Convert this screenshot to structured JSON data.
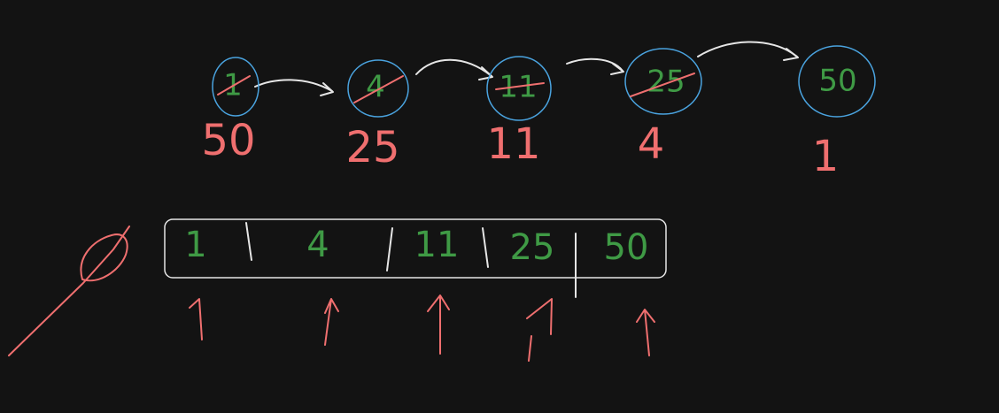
{
  "nodes": [
    {
      "value": "1",
      "crossed": true,
      "label": "50"
    },
    {
      "value": "4",
      "crossed": true,
      "label": "25"
    },
    {
      "value": "11",
      "crossed": true,
      "label": "11"
    },
    {
      "value": "25",
      "crossed": true,
      "label": "4"
    },
    {
      "value": "50",
      "crossed": false,
      "label": "1"
    }
  ],
  "array": {
    "cells": [
      "1",
      "4",
      "11",
      "25",
      "50"
    ]
  },
  "colors": {
    "background": "#131313",
    "node_circle": "#4aa3df",
    "green_text": "#3f9a45",
    "red_ink": "#ef6f6f",
    "white_ink": "#e6e6e6"
  }
}
